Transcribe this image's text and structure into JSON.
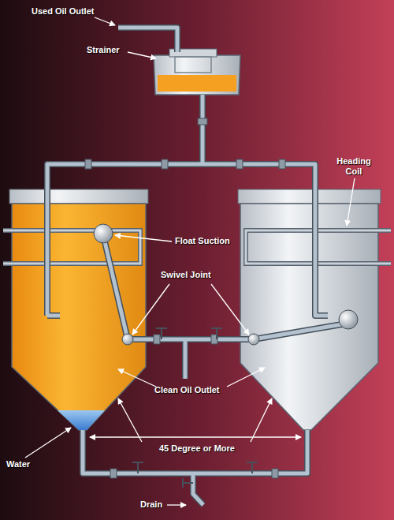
{
  "diagram": {
    "labels": [
      "Used Oil Outlet",
      "Strainer",
      "Heading Coil",
      "Float Suction",
      "Swivel Joint",
      "Clean Oil Outlet",
      "Water",
      "45 Degree or More",
      "Drain"
    ]
  }
}
